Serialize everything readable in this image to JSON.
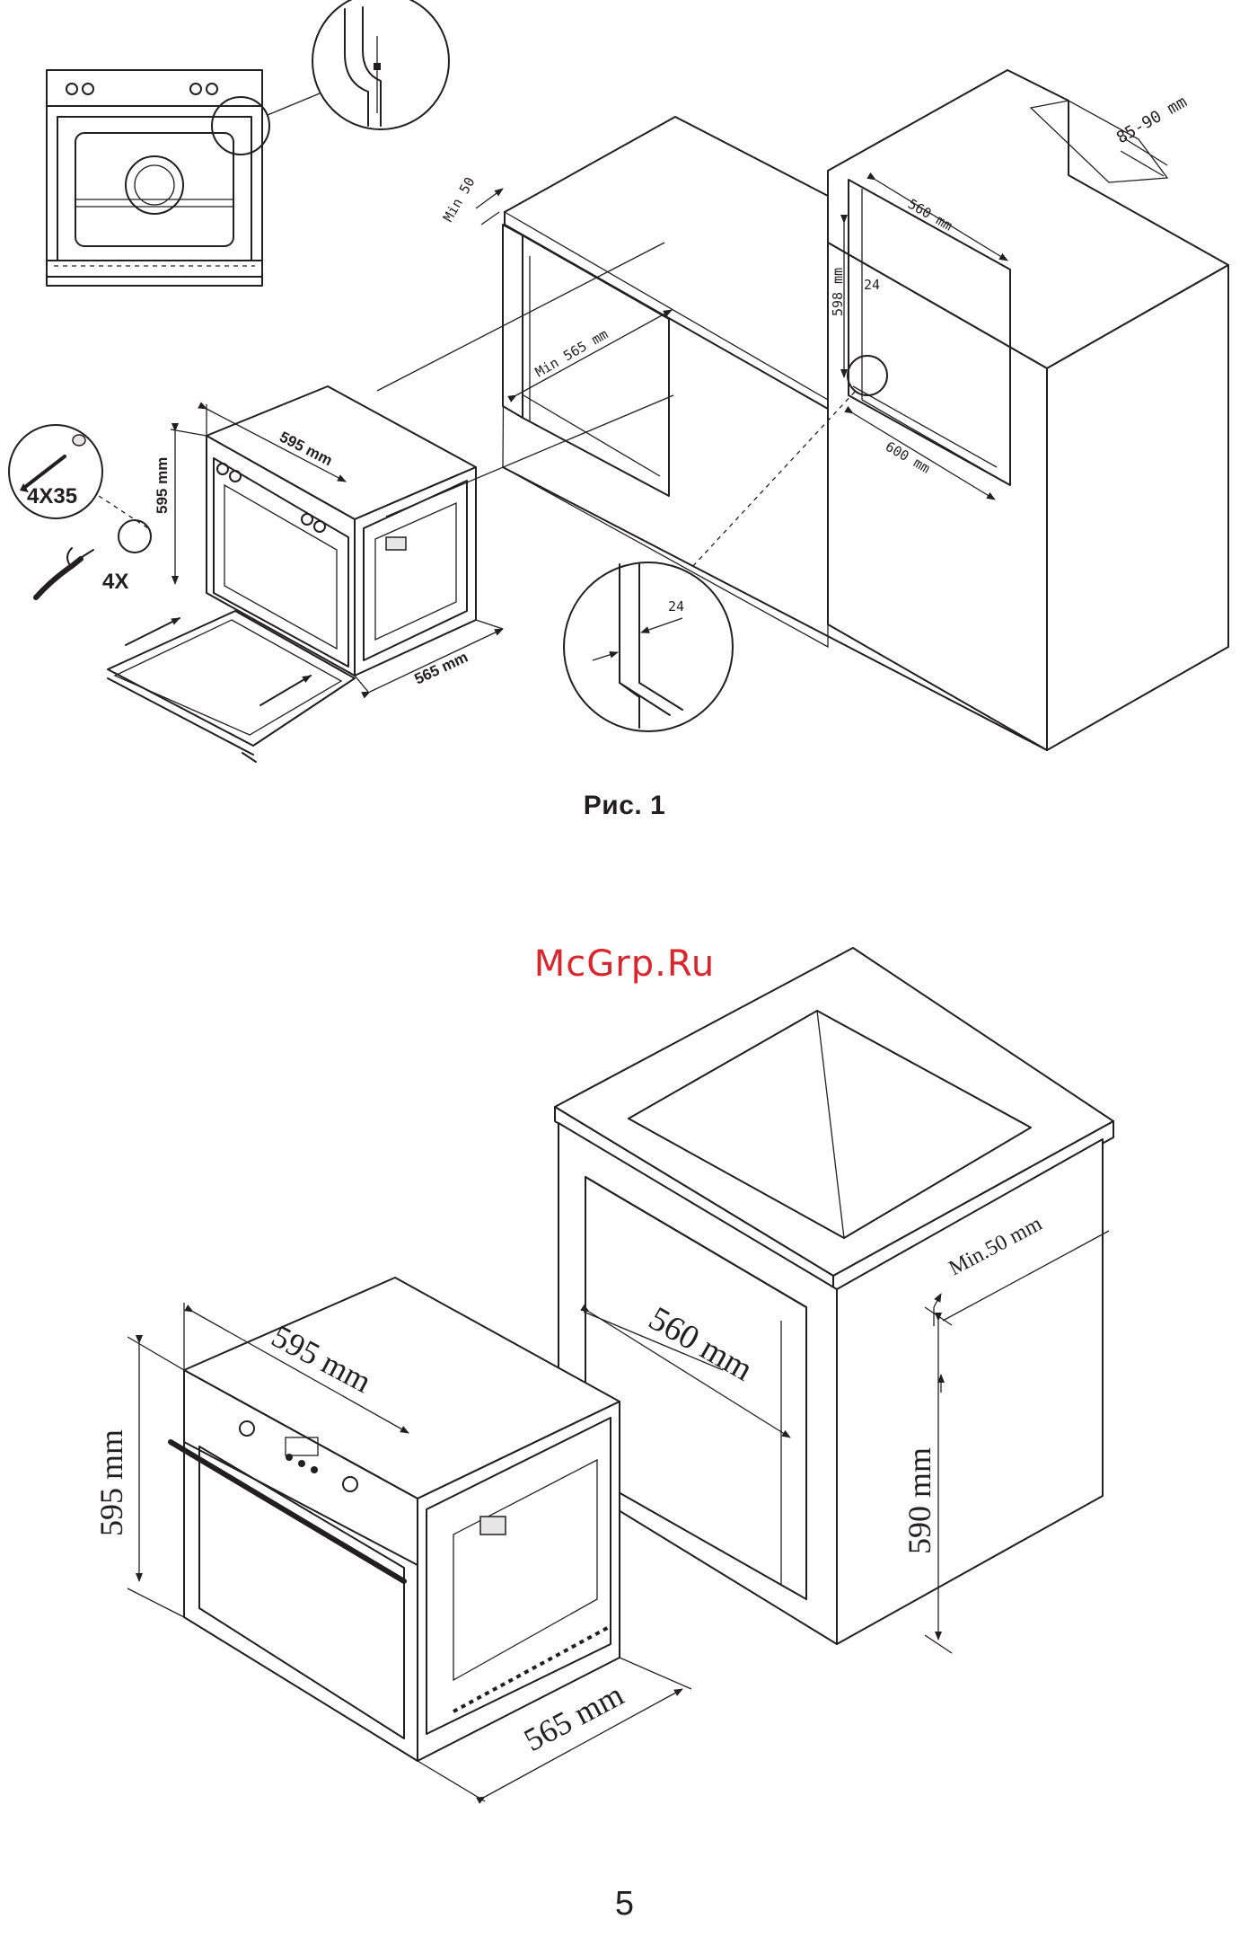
{
  "figure1": {
    "caption": "Рис. 1",
    "labels": {
      "clearance_top": "85-90 mm",
      "cabinet_width": "560 mm",
      "opening_height": "598 mm",
      "side_gap_top": "24",
      "cabinet_depth": "600 mm",
      "min_top": "Min 50",
      "min_depth": "Min 565 mm",
      "oven_width": "595 mm",
      "oven_height": "595 mm",
      "oven_depth": "565 mm",
      "screw_spec": "4X35",
      "screw_count": "4X",
      "side_gap_detail": "24"
    }
  },
  "watermark": "McGrp.Ru",
  "figure2": {
    "labels": {
      "min_top": "Min.50 mm",
      "cabinet_width": "560 mm",
      "opening_height": "590 mm",
      "oven_width": "595 mm",
      "oven_height": "595 mm",
      "oven_depth": "565 mm"
    }
  },
  "page_number": "5",
  "colors": {
    "line": "#231f20",
    "watermark": "#d9262c",
    "background": "#ffffff"
  }
}
